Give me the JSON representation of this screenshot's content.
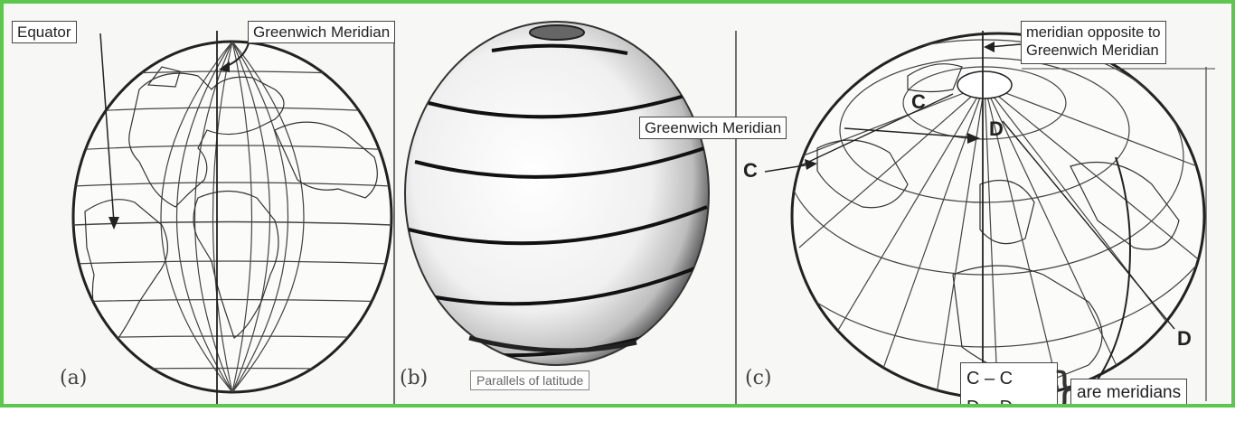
{
  "panel_a": {
    "letter": "(a)",
    "equator_label": "Equator",
    "greenwich_label": "Greenwich Meridian"
  },
  "panel_b": {
    "letter": "(b)",
    "caption": "Parallels of latitude"
  },
  "panel_c": {
    "letter": "(c)",
    "opposite_label_line1": "meridian opposite to",
    "opposite_label_line2": "Greenwich Meridian",
    "greenwich_label": "Greenwich Meridian",
    "point_c": "C",
    "point_d": "D",
    "pair_cc": "C – C",
    "pair_dd": "D – D",
    "are_meridians": "are meridians"
  },
  "colors": {
    "border": "#5cc64f",
    "ink": "#222222",
    "paper": "#f7f7f5"
  }
}
